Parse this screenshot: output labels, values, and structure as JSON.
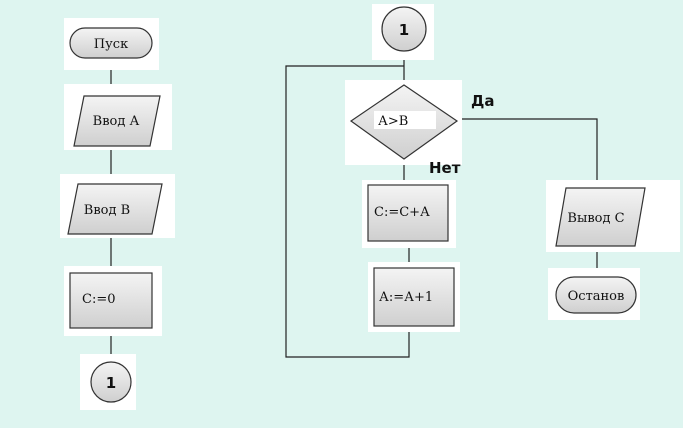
{
  "flowchart": {
    "left": {
      "start": "Пуск",
      "input_a": "Ввод А",
      "input_b": "Ввод В",
      "init_c": "С:=0",
      "connector": "1"
    },
    "right": {
      "connector": "1",
      "condition": "А>В",
      "yes_label": "Да",
      "no_label": "Нет",
      "accumulate": "С:=С+А",
      "increment": "А:=А+1",
      "output_c": "Вывод С",
      "stop": "Останов"
    }
  },
  "colors": {
    "background": "#def5f0",
    "card": "#ffffff",
    "shape_fill": "#e2e2e2",
    "connector_fill": "#d8d8d8",
    "line": "#222222"
  }
}
